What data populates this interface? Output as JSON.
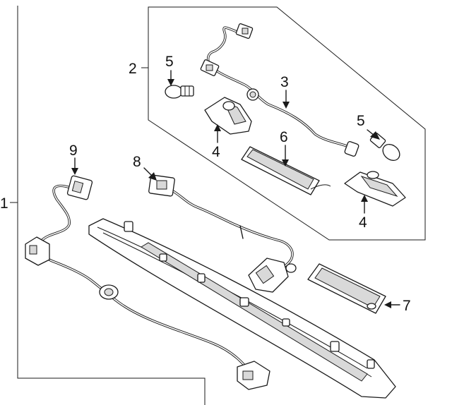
{
  "callouts": [
    {
      "id": "1",
      "label": "1"
    },
    {
      "id": "2",
      "label": "2"
    },
    {
      "id": "3",
      "label": "3"
    },
    {
      "id": "4a",
      "label": "4"
    },
    {
      "id": "4b",
      "label": "4"
    },
    {
      "id": "5a",
      "label": "5"
    },
    {
      "id": "5b",
      "label": "5"
    },
    {
      "id": "6",
      "label": "6"
    },
    {
      "id": "7",
      "label": "7"
    },
    {
      "id": "8",
      "label": "8"
    },
    {
      "id": "9",
      "label": "9"
    }
  ]
}
